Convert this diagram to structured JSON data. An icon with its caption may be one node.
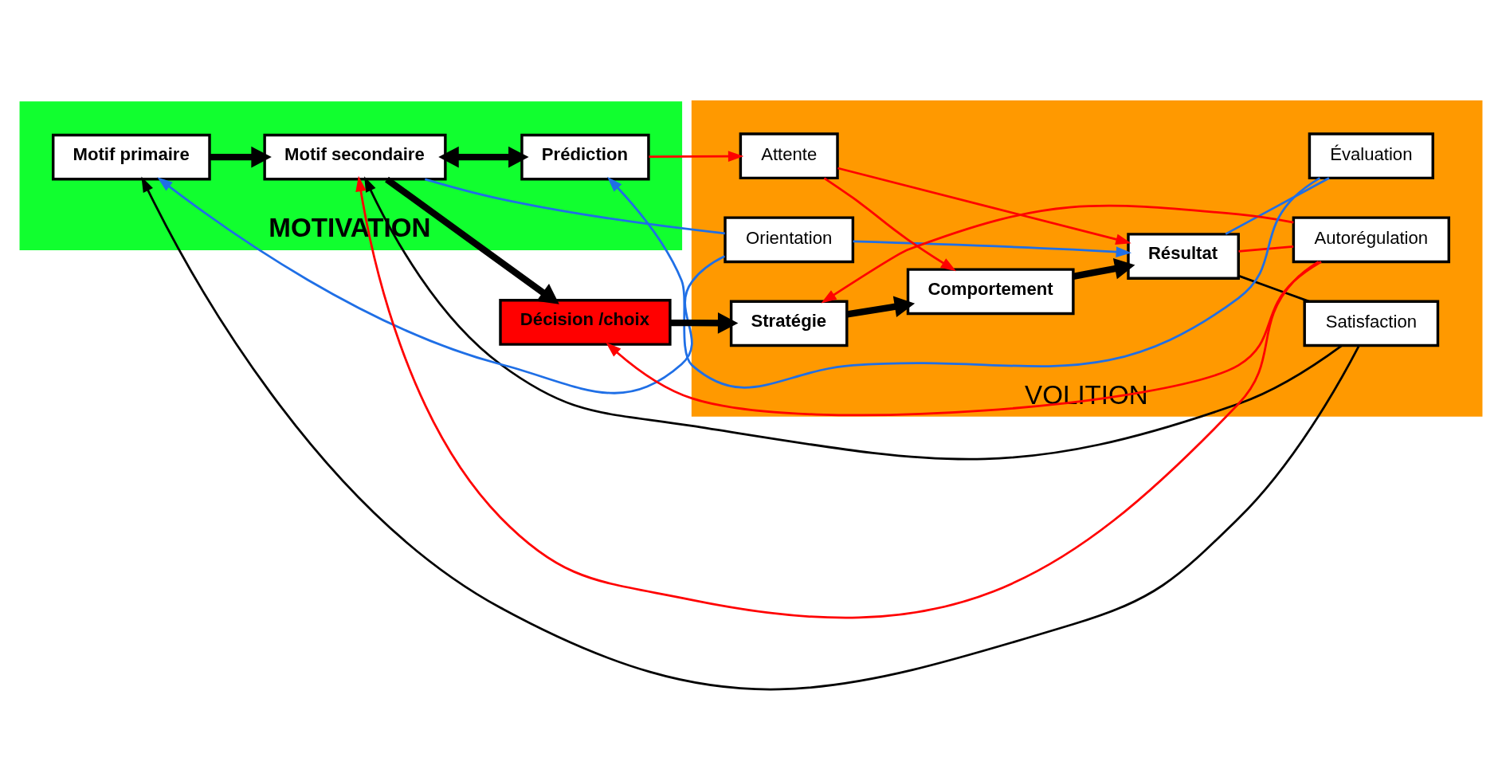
{
  "diagram": {
    "nodes": [
      {
        "text": [
          "MOTIVATION"
        ]
      },
      {
        "text": [
          "VOLITION"
        ]
      },
      {
        "text": [
          "Motif primaire"
        ],
        "in": 0
      },
      {
        "text": [
          "Motif secondaire"
        ],
        "in": 0
      },
      {
        "text": [
          "Décision /choix"
        ]
      },
      {
        "text": [
          "Stratégie"
        ],
        "in": 1
      },
      {
        "text": [
          "Comportement"
        ],
        "in": 1
      },
      {
        "text": [
          "Résultat"
        ],
        "in": 1
      },
      {
        "text": [
          "Prédiction"
        ],
        "in": 0
      },
      {
        "text": [
          "Satisfaction"
        ],
        "in": 1
      },
      {
        "text": [
          "Orientation"
        ],
        "in": 1
      },
      {
        "text": [
          "Autorégulation"
        ],
        "in": 1
      },
      {
        "text": [
          "Évaluation"
        ],
        "in": 1
      },
      {
        "text": [
          "Attente"
        ],
        "in": 1
      }
    ],
    "edges": [
      {
        "from": 2,
        "to": 3,
        "arrow": "to",
        "style": "thick"
      },
      {
        "from": 3,
        "to": 8,
        "arrow": "both",
        "style": "thick"
      },
      {
        "from": 3,
        "to": 4,
        "arrow": "to",
        "style": "thick"
      },
      {
        "from": 4,
        "to": 5,
        "arrow": "to",
        "style": "thick"
      },
      {
        "from": 5,
        "to": 6,
        "arrow": "to",
        "style": "thick"
      },
      {
        "from": 6,
        "to": 7,
        "arrow": "to",
        "style": "thick"
      },
      {
        "from": 7,
        "to": 9,
        "arrow": "none"
      },
      {
        "from": 9,
        "to": 2,
        "arrow": "to"
      },
      {
        "from": 9,
        "to": 3,
        "arrow": "to"
      },
      {
        "from": 10,
        "to": 7,
        "arrow": "to",
        "color": "#1f6fe6"
      },
      {
        "from": 10,
        "to": 2,
        "arrow": "to",
        "color": "#1f6fe6"
      },
      {
        "from": 3,
        "to": 10,
        "arrow": "none",
        "color": "#1f6fe6"
      },
      {
        "from": 7,
        "to": 11,
        "arrow": "none",
        "color": "#ff0000"
      },
      {
        "from": 11,
        "to": 3,
        "arrow": "to",
        "color": "#ff0000"
      },
      {
        "from": 11,
        "to": 4,
        "arrow": "to",
        "color": "#ff0000"
      },
      {
        "from": 11,
        "to": 5,
        "arrow": "to",
        "color": "#ff0000"
      },
      {
        "from": 7,
        "to": 12,
        "arrow": "none",
        "color": "#1f6fe6"
      },
      {
        "from": 12,
        "to": 8,
        "arrow": "to",
        "color": "#1f6fe6"
      },
      {
        "from": 8,
        "to": 13,
        "arrow": "to",
        "color": "#ff0000"
      },
      {
        "from": 13,
        "to": 6,
        "arrow": "to",
        "color": "#ff0000"
      },
      {
        "from": 13,
        "to": 7,
        "arrow": "to",
        "color": "#ff0000"
      }
    ]
  }
}
